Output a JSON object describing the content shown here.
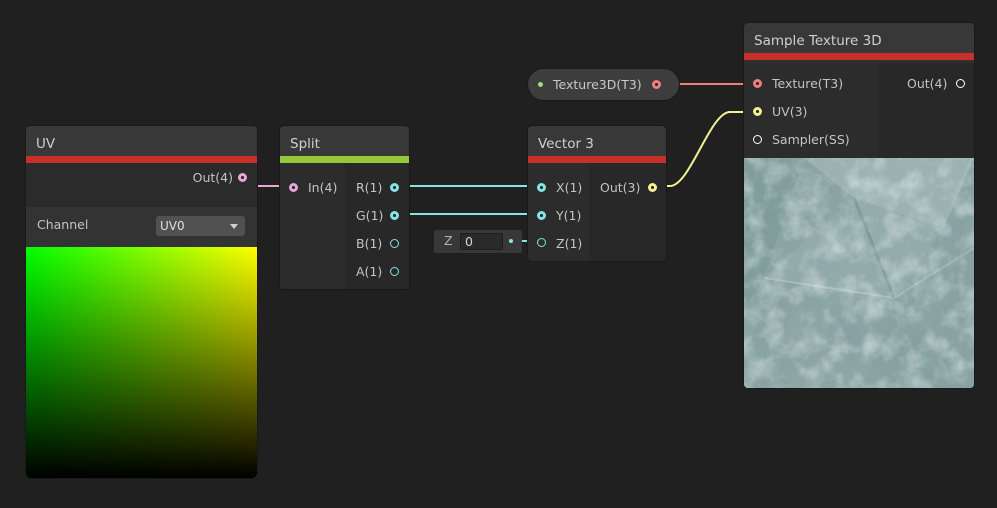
{
  "colors": {
    "background": "#202020",
    "node_header_red": "#c8302a",
    "node_header_green": "#94c83a",
    "port_pink": "#e6a6d6",
    "port_cyan": "#84e4e7",
    "port_yellow": "#f1f193",
    "port_red": "#ee7f7f",
    "port_green": "#99e07a",
    "port_white": "#ffffff"
  },
  "uv_node": {
    "title": "UV",
    "output_label": "Out(4)",
    "channel_label": "Channel",
    "channel_value": "UV0"
  },
  "split_node": {
    "title": "Split",
    "input_label": "In(4)",
    "outputs": [
      "R(1)",
      "G(1)",
      "B(1)",
      "A(1)"
    ]
  },
  "vector3_node": {
    "title": "Vector 3",
    "inputs": [
      "X(1)",
      "Y(1)",
      "Z(1)"
    ],
    "output_label": "Out(3)",
    "z_field_label": "Z",
    "z_field_value": "0"
  },
  "texture3d_property": {
    "label": "Texture3D(T3)"
  },
  "sample_node": {
    "title": "Sample Texture 3D",
    "inputs": [
      "Texture(T3)",
      "UV(3)",
      "Sampler(SS)"
    ],
    "output_label": "Out(4)"
  }
}
